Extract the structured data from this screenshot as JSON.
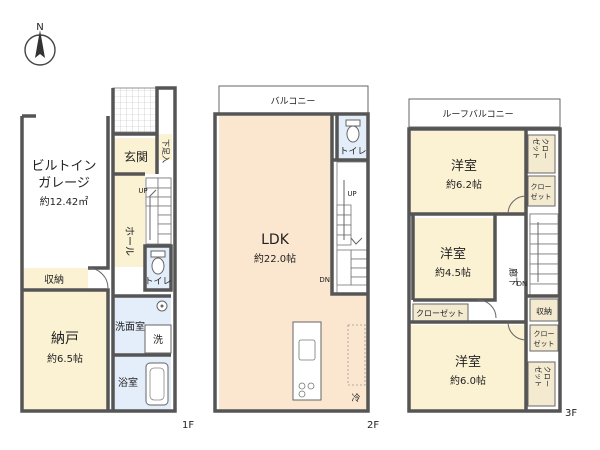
{
  "compass": {
    "north_label": "N"
  },
  "floors": {
    "f1": {
      "label": "1F",
      "garage_line1": "ビルトイン",
      "garage_line2": "ガレージ",
      "garage_area": "約12.42㎡",
      "entrance": "玄関",
      "shoe": "下足入",
      "up": "UP",
      "hall": "ホール",
      "toilet": "トイレ",
      "storage": "収納",
      "nando": "納戸",
      "nando_area": "約6.5帖",
      "washroom": "洗面室",
      "washer": "洗",
      "bath": "浴室"
    },
    "f2": {
      "label": "2F",
      "balcony": "バルコニー",
      "ldk": "LDK",
      "ldk_area": "約22.0帖",
      "toilet": "トイレ",
      "up": "UP",
      "dn": "DN",
      "fridge": "冷"
    },
    "f3": {
      "label": "3F",
      "roof_balcony": "ルーフバルコニー",
      "room1": "洋室",
      "room1_area": "約6.2帖",
      "room2": "洋室",
      "room2_area": "約4.5帖",
      "room3": "洋室",
      "room3_area": "約6.0帖",
      "closet_a": "クロー",
      "closet_b": "ゼット",
      "closet_full": "クローゼット",
      "storage": "収納",
      "hall": "廊下",
      "dn": "DN"
    }
  },
  "colors": {
    "room_fill": "#fbf1d3",
    "ldk_fill": "#fbe7cf",
    "wet_fill": "#e4eefa",
    "closet_fill": "#f3ead0",
    "wall": "#555555"
  }
}
